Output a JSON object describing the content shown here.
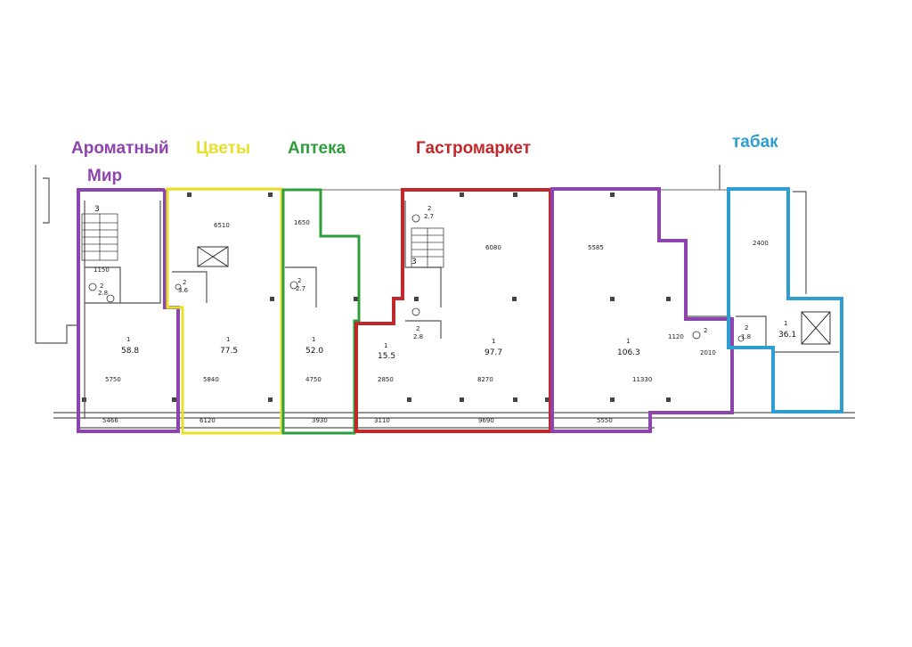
{
  "tenants": [
    {
      "id": "aromatny-mir",
      "name_line1": "Ароматный",
      "name_line2": "Мир",
      "color": "#8e44ad"
    },
    {
      "id": "tsvety",
      "name_line1": "Цветы",
      "color": "#e6e02a"
    },
    {
      "id": "apteka",
      "name_line1": "Аптека",
      "color": "#2e9e3c"
    },
    {
      "id": "gastromarket",
      "name_line1": "Гастромаркет",
      "color": "#c0282c"
    },
    {
      "id": "tabak",
      "name_line1": "табак",
      "color": "#2e9ed0"
    }
  ],
  "plan": {
    "wall_color": "#555555",
    "rooms": {
      "r1": {
        "number": "1",
        "area": "58.8",
        "small_number": "2",
        "small_area": "2.8",
        "stair_number": "3"
      },
      "r2": {
        "number": "1",
        "area": "77.5",
        "small_number": "2",
        "small_area": "3.6"
      },
      "r3": {
        "number": "1",
        "area": "52.0",
        "small_number": "2",
        "small_area": "2.7"
      },
      "r4a": {
        "number": "1",
        "area": "15.5"
      },
      "r4": {
        "number": "1",
        "area": "97.7",
        "small_number": "2",
        "small_area": "2.7",
        "small_number_b": "2",
        "small_area_b": "2.8",
        "stair_number": "3"
      },
      "r5": {
        "number": "1",
        "area": "106.3",
        "small_number": "2"
      },
      "r6": {
        "number": "1",
        "area": "36.1",
        "small_number": "2",
        "small_area": "1.8"
      }
    },
    "dimensions": [
      "5466",
      "6120",
      "3930",
      "3110",
      "9690",
      "5550",
      "5750",
      "5840",
      "4750",
      "2850",
      "8270",
      "11330",
      "6510",
      "5585",
      "6080",
      "1650",
      "2400",
      "1150",
      "1120",
      "2010"
    ]
  }
}
